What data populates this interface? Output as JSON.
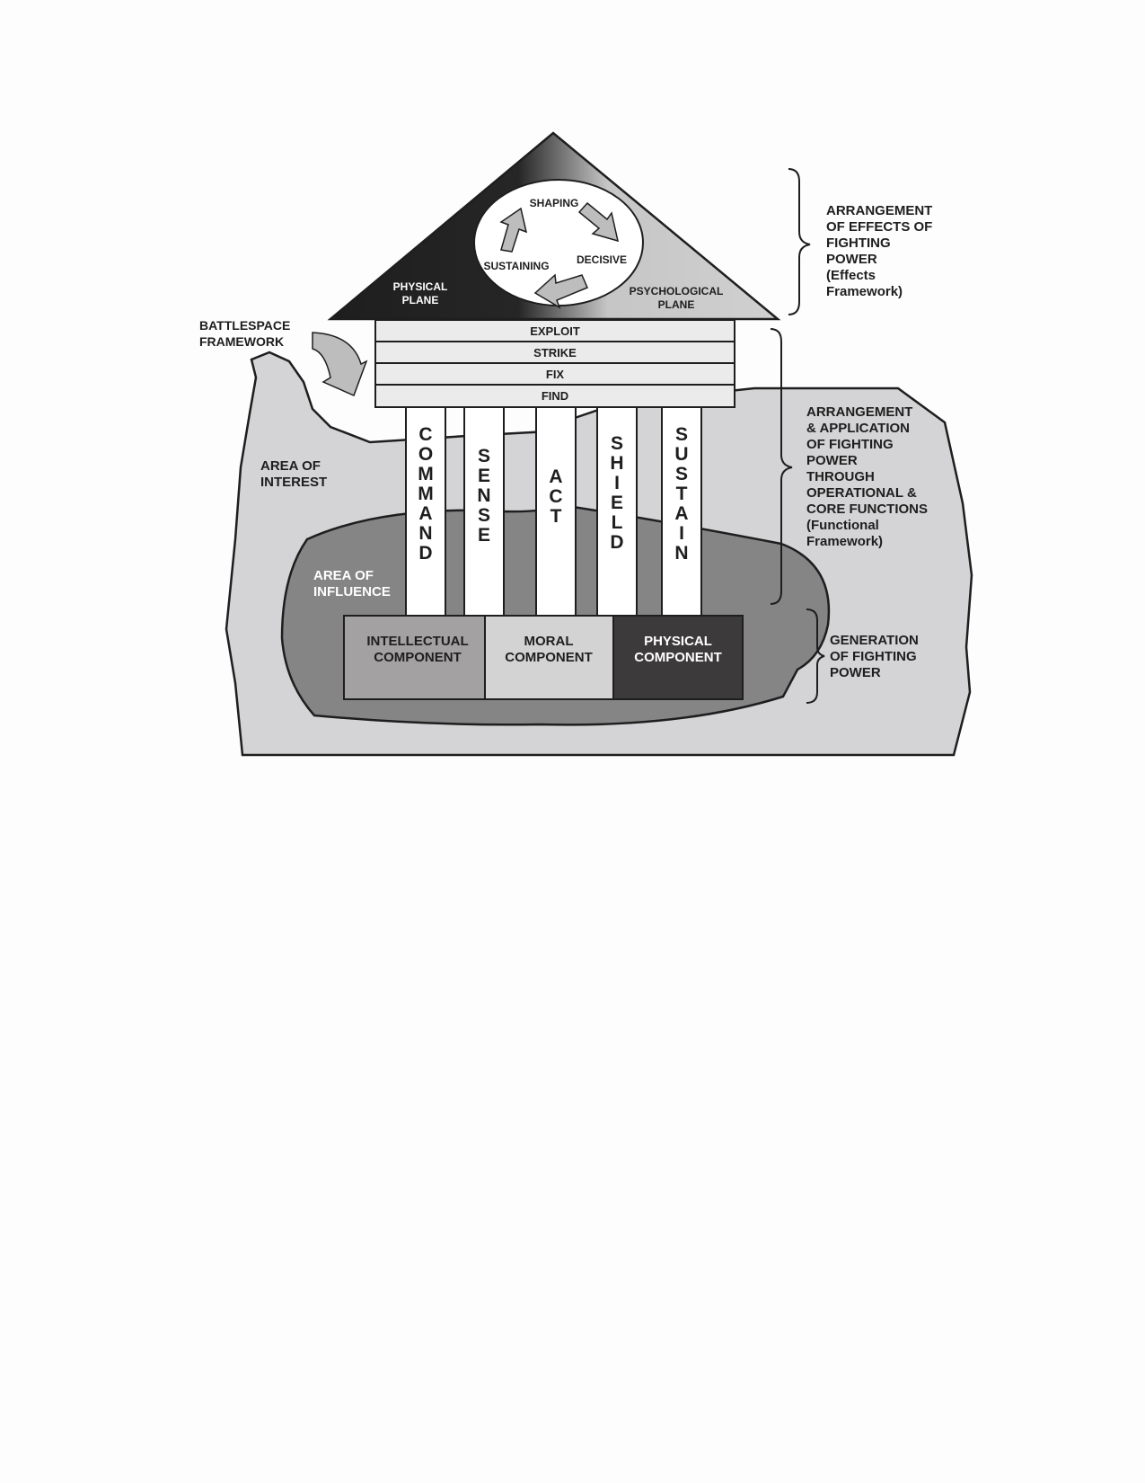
{
  "roof": {
    "physical_plane": [
      "PHYSICAL",
      "PLANE"
    ],
    "psychological_plane": [
      "PSYCHOLOGICAL",
      "PLANE"
    ],
    "cycle": {
      "shaping": "SHAPING",
      "decisive": "DECISIVE",
      "sustaining": "SUSTAINING"
    }
  },
  "beams": [
    "EXPLOIT",
    "STRIKE",
    "FIX",
    "FIND"
  ],
  "pillars": [
    "COMMAND",
    "SENSE",
    "ACT",
    "SHIELD",
    "SUSTAIN"
  ],
  "base": [
    {
      "line1": "INTELLECTUAL",
      "line2": "COMPONENT"
    },
    {
      "line1": "MORAL",
      "line2": "COMPONENT"
    },
    {
      "line1": "PHYSICAL",
      "line2": "COMPONENT"
    }
  ],
  "areas": {
    "battlespace": [
      "BATTLESPACE",
      "FRAMEWORK"
    ],
    "interest": [
      "AREA OF",
      "INTEREST"
    ],
    "influence": [
      "AREA OF",
      "INFLUENCE"
    ]
  },
  "annotations": {
    "effects": [
      "ARRANGEMENT",
      "OF EFFECTS OF",
      "FIGHTING",
      "POWER",
      "(Effects",
      "Framework)"
    ],
    "functional": [
      "ARRANGEMENT",
      "& APPLICATION",
      "OF FIGHTING",
      "POWER",
      "THROUGH",
      "OPERATIONAL &",
      "CORE FUNCTIONS",
      "(Functional",
      "Framework)"
    ],
    "generation": [
      "GENERATION",
      "OF FIGHTING",
      "POWER"
    ]
  },
  "colors": {
    "interest_fill": "#d4d4d6",
    "influence_fill": "#868586",
    "intellectual_fill": "#a3a1a2",
    "moral_fill": "#d4d3d4",
    "physical_fill": "#3d3a3b",
    "beam_fill": "#ebebeb"
  }
}
